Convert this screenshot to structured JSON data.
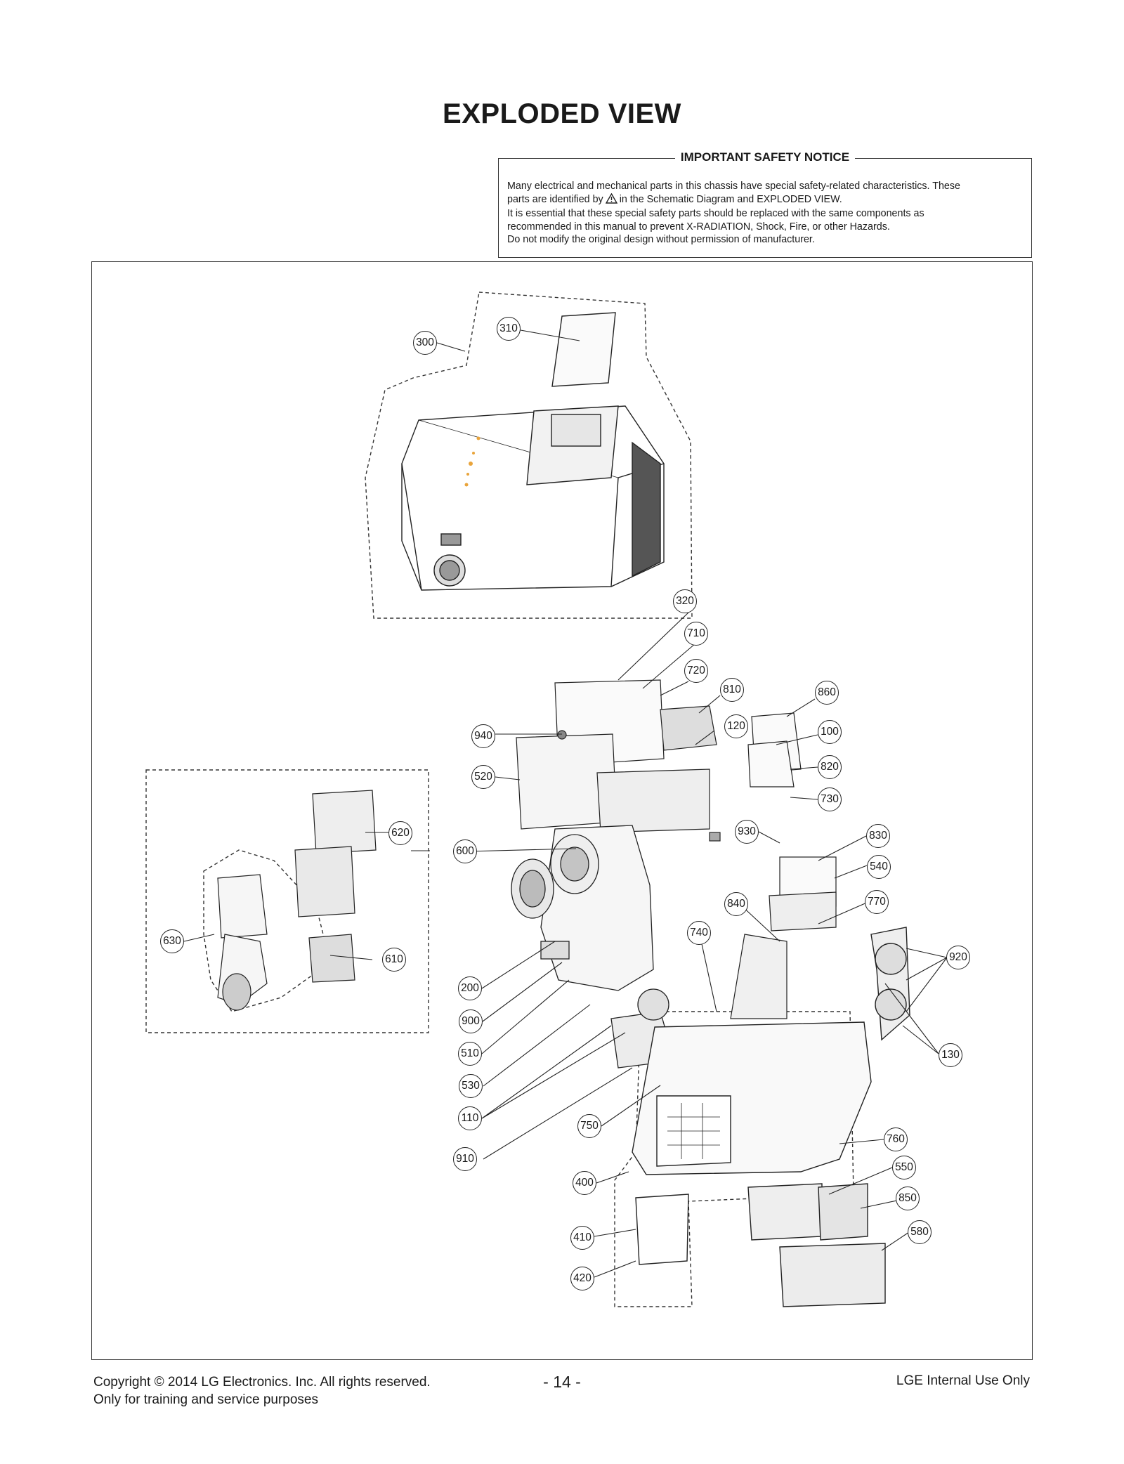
{
  "page": {
    "title": "EXPLODED VIEW"
  },
  "notice": {
    "title": "IMPORTANT SAFETY NOTICE",
    "line1": "Many electrical and mechanical parts in this chassis have special safety-related characteristics. These",
    "line2a": "parts are identified by",
    "line2b": "in the Schematic Diagram and EXPLODED VIEW.",
    "line3": "It is essential that these special safety parts should be replaced with the same components as",
    "line4": "recommended in this manual to prevent X-RADIATION, Shock, Fire, or other Hazards.",
    "line5": "Do not modify the original design without permission of manufacturer."
  },
  "callouts": {
    "c300": "300",
    "c310": "310",
    "c320": "320",
    "c710": "710",
    "c720": "720",
    "c810": "810",
    "c860": "860",
    "c120": "120",
    "c100": "100",
    "c940": "940",
    "c820": "820",
    "c520": "520",
    "c730": "730",
    "c930": "930",
    "c830": "830",
    "c620": "620",
    "c600": "600",
    "c540": "540",
    "c840": "840",
    "c770": "770",
    "c740": "740",
    "c920": "920",
    "c630": "630",
    "c610": "610",
    "c200": "200",
    "c900": "900",
    "c510": "510",
    "c130": "130",
    "c530": "530",
    "c110": "110",
    "c750": "750",
    "c760": "760",
    "c910": "910",
    "c550": "550",
    "c400": "400",
    "c850": "850",
    "c580": "580",
    "c410": "410",
    "c420": "420"
  },
  "footer": {
    "copyright": "Copyright  © 2014  LG Electronics. Inc. All rights reserved.",
    "purpose": "Only for training and service purposes",
    "page_number": "- 14 -",
    "internal": "LGE Internal Use Only"
  }
}
